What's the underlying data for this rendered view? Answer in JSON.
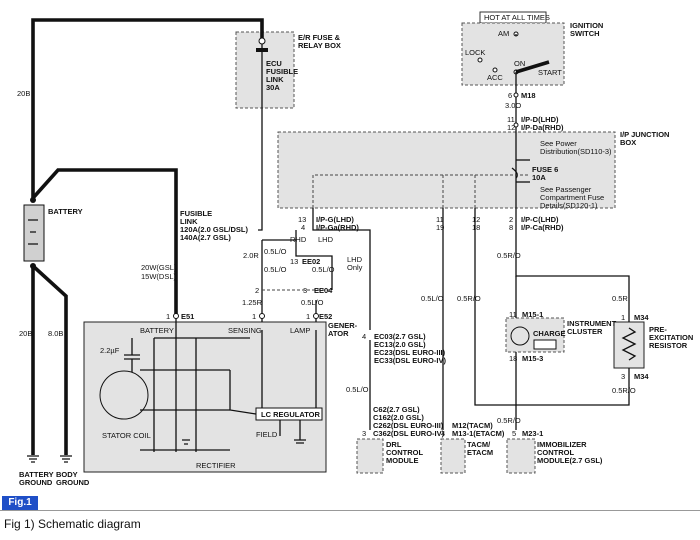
{
  "figure": {
    "badge": "Fig.1",
    "caption": "Fig 1) Schematic diagram"
  },
  "labels": {
    "er_fuse_box": "E/R FUSE &",
    "er_fuse_box2": "RELAY BOX",
    "ecu_fuse_1": "ECU",
    "ecu_fuse_2": "FUSIBLE",
    "ecu_fuse_3": "LINK",
    "ecu_fuse_4": "30A",
    "hot_at_all_times": "HOT AT ALL TIMES",
    "ignition_1": "IGNITION",
    "ignition_2": "SWITCH",
    "am": "AM",
    "lock": "LOCK",
    "on": "ON",
    "acc": "ACC",
    "start": "START",
    "m18_pin": "6",
    "m18": "M18",
    "wire_30o": "3.0O",
    "ipd_pin1": "11",
    "ipd_pin2": "12",
    "ipd_lhd": "I/P-D(LHD)",
    "ipd_rhd": "I/P-Da(RHD)",
    "ipj_1": "I/P JUNCTION",
    "ipj_2": "BOX",
    "power_dist_1": "See Power",
    "power_dist_2": "Distribution(SD110-3)",
    "fuse6": "FUSE 6",
    "fuse6_amp": "10A",
    "pass_1": "See Passenger",
    "pass_2": "Compartment Fuse",
    "pass_3": "Details(SD120-1)",
    "wire_20b_top": "20B",
    "battery": "BATTERY",
    "fusible_1": "FUSIBLE",
    "fusible_2": "LINK",
    "fusible_3": "120A(2.0 GSL/DSL)",
    "fusible_4": "140A(2.7 GSL)",
    "wire_20w": "20W(GSL)",
    "wire_15w": "15W(DSL)",
    "wire_20r": "2.0R",
    "ipg_pin1": "13",
    "ipg_pin2": "4",
    "ipg_lhd": "I/P-G(LHD)",
    "ipg_rhd": "I/P-Ga(RHD)",
    "rhd": "RHD",
    "lhd": "LHD",
    "wire_05lo_a": "0.5L/O",
    "wire_05lo_b": "0.5L/O",
    "wire_05lo_c": "0.5L/O",
    "ee02_pin": "13",
    "ee02": "EE02",
    "lhd_only_1": "LHD",
    "lhd_only_2": "Only",
    "pin_2": "2",
    "pin_3": "3",
    "ee04": "EE04",
    "wire_125r": "1.25R",
    "pin_1a": "1",
    "pin_1b": "1",
    "pin_1c": "1",
    "e51": "E51",
    "e52": "E52",
    "gen_1": "GENER-",
    "gen_2": "ATOR",
    "battery_term": "BATTERY",
    "sensing": "SENSING",
    "lamp": "LAMP",
    "cap": "2.2µF",
    "stator": "STATOR COIL",
    "lc_reg": "LC REGULATOR",
    "field": "FIELD",
    "rectifier": "RECTIFIER",
    "wire_20b": "20B",
    "wire_80b": "8.0B",
    "bat_gnd_1": "BATTERY",
    "bat_gnd_2": "GROUND",
    "body_gnd_1": "BODY",
    "body_gnd_2": "GROUND",
    "ec_pin": "4",
    "ec03": "EC03(2.7 GSL)",
    "ec13": "EC13(2.0 GSL)",
    "ec23": "EC23(DSL EURO-III)",
    "ec33": "EC33(DSL EURO-IV)",
    "wire_05lo_d": "0.5L/O",
    "c62": "C62(2.7 GSL)",
    "c162": "C162(2.0 GSL)",
    "c262": "C262(DSL EURO-III)",
    "c362": "C362(DSL EURO-IV)",
    "drl_pin": "3",
    "drl_1": "DRL",
    "drl_2": "CONTROL",
    "drl_3": "MODULE",
    "j_pin11": "11",
    "j_pin19": "19",
    "j_pin12": "12",
    "j_pin18": "18",
    "wire_05lo_e": "0.5L/O",
    "wire_05ro_a": "0.5R/O",
    "m12": "M12(TACM)",
    "m131": "M13-1(ETACM)",
    "tacm_pin": "4",
    "tacm_1": "TACM/",
    "tacm_2": "ETACM",
    "ipc_pin1": "2",
    "ipc_pin2": "8",
    "ipc_lhd": "I/P-C(LHD)",
    "ipc_rhd": "I/P-Ca(RHD)",
    "wire_05ro_b": "0.5R/O",
    "wire_05r": "0.5R",
    "m151_pin": "11",
    "m151": "M15-1",
    "charge": "CHARGE",
    "ic_1": "INSTRUMENT",
    "ic_2": "CLUSTER",
    "m153_pin": "18",
    "m153": "M15-3",
    "m34_pin1": "1",
    "m34_a": "M34",
    "m34_pin3": "3",
    "m34_b": "M34",
    "pre_1": "PRE-",
    "pre_2": "EXCITATION",
    "pre_3": "RESISTOR",
    "wire_05ro_c": "0.5R/O",
    "wire_05ro_d": "0.5R/O",
    "m231_pin": "5",
    "m231": "M23-1",
    "immo_1": "IMMOBILIZER",
    "immo_2": "CONTROL",
    "immo_3": "MODULE(2.7 GSL)"
  }
}
